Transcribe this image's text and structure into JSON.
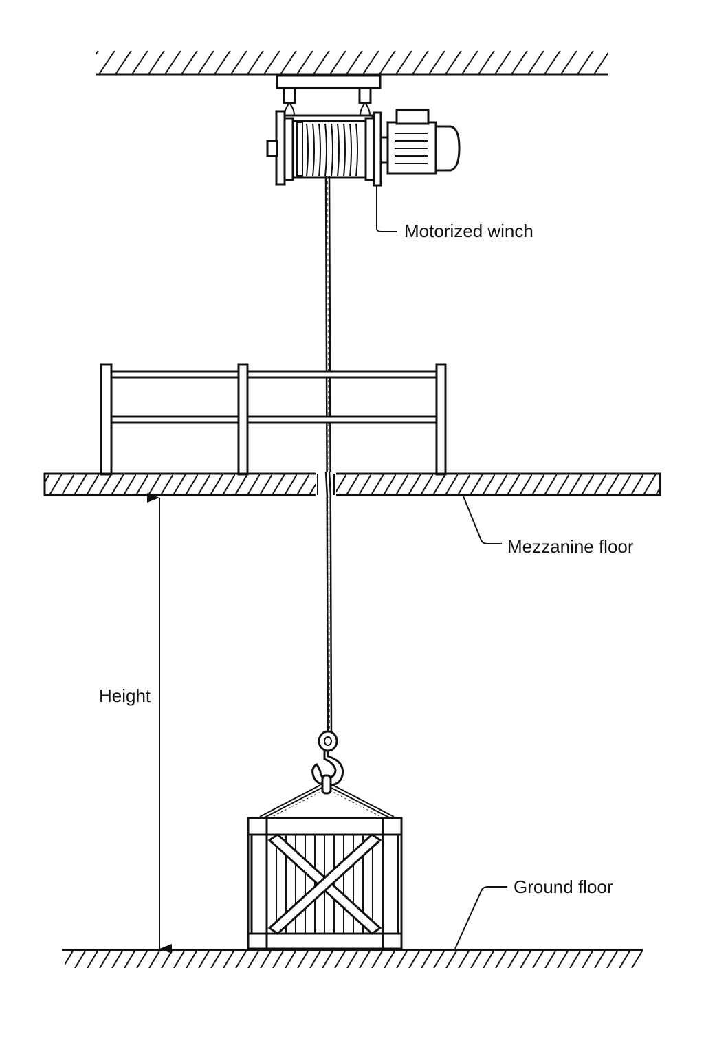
{
  "labels": {
    "winch": "Motorized winch",
    "mezzanine": "Mezzanine floor",
    "ground": "Ground floor",
    "height": "Height"
  },
  "colors": {
    "line": "#111111",
    "background": "#ffffff"
  }
}
